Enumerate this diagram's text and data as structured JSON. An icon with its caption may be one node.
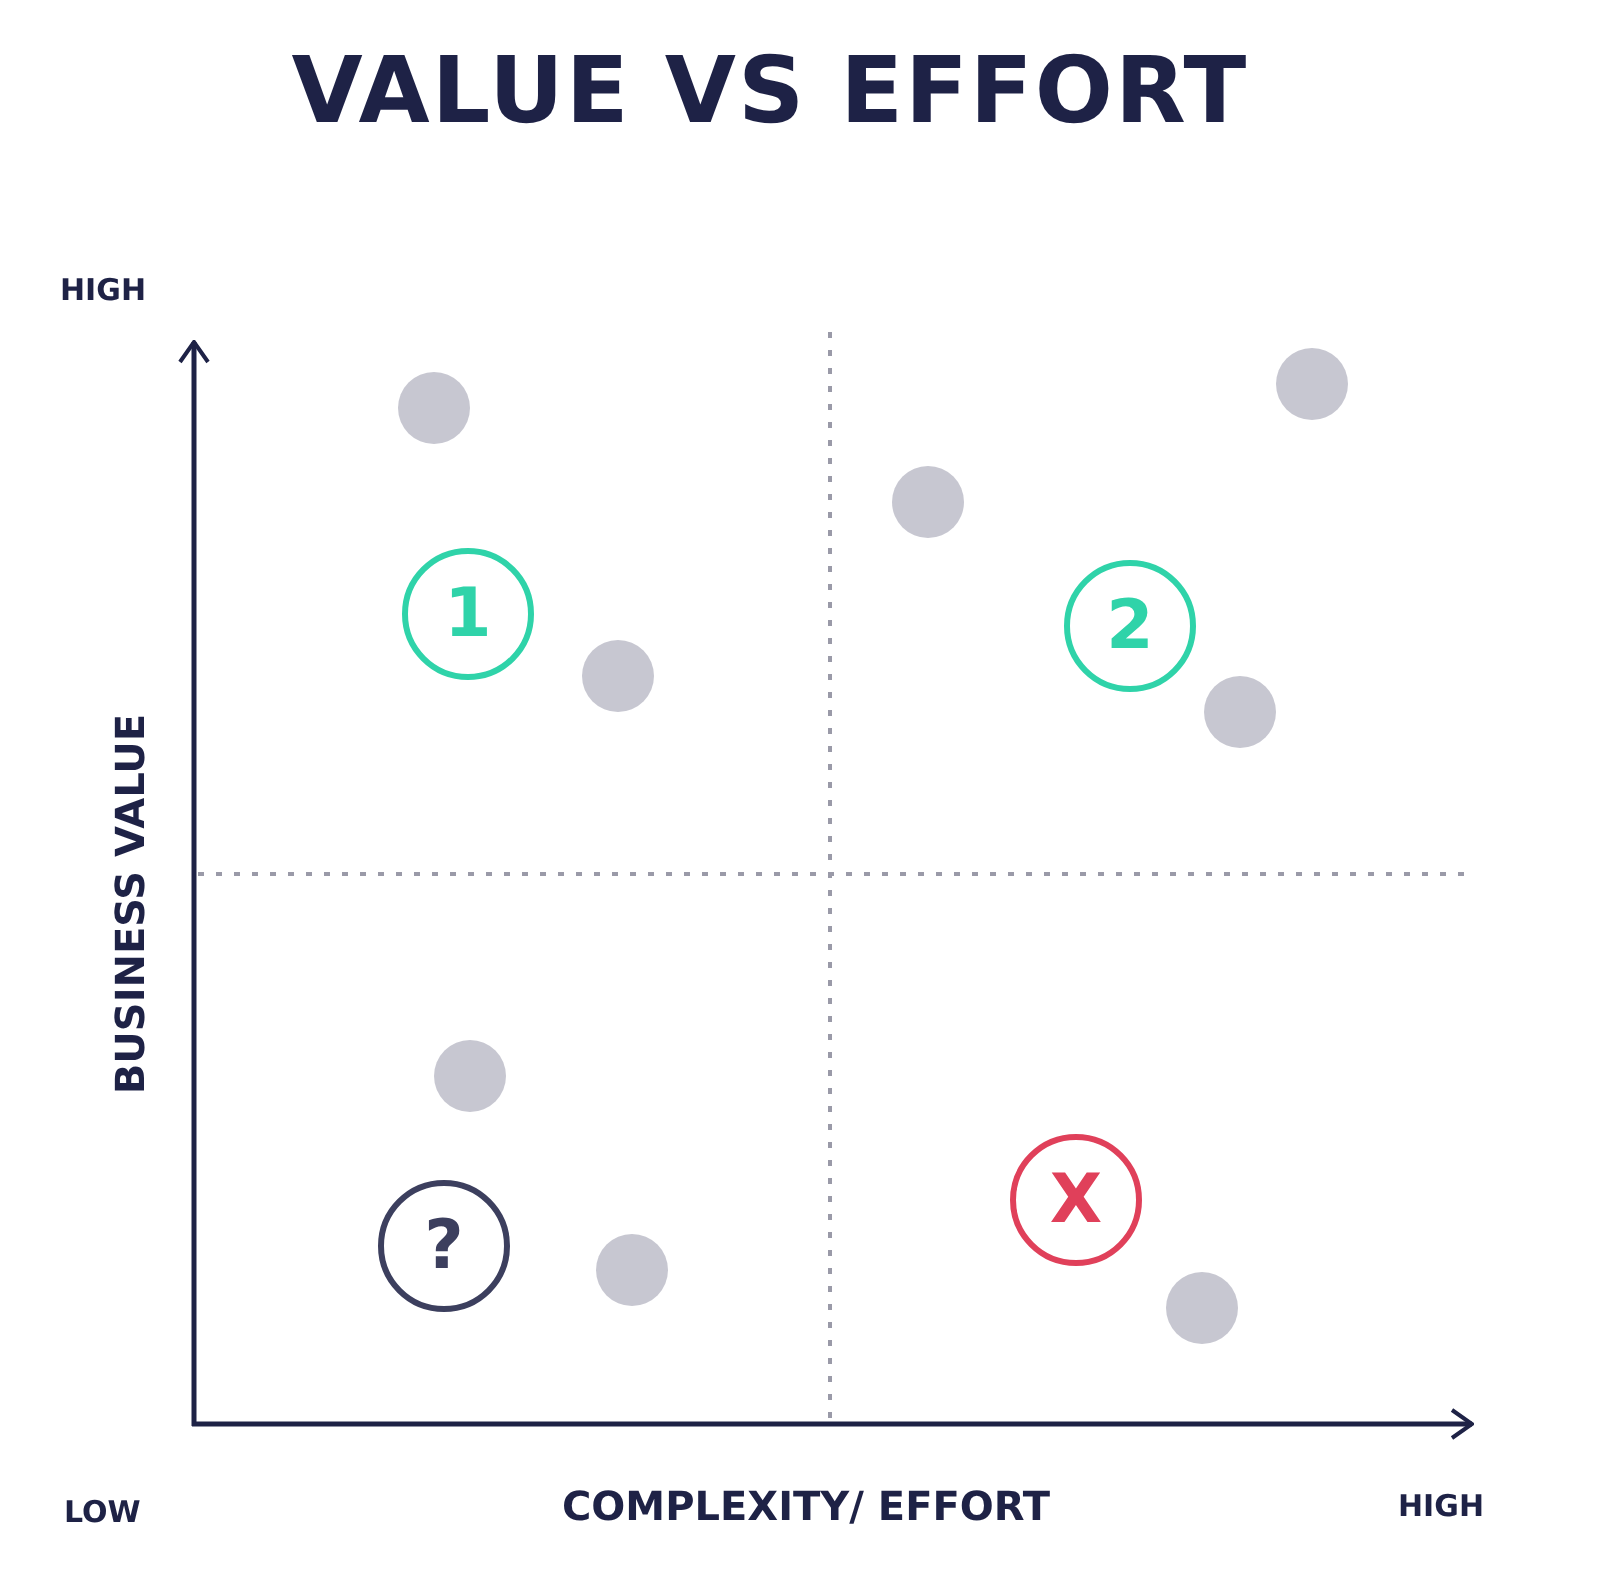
{
  "diagram": {
    "title": "VALUE VS EFFORT",
    "nodes": [
      {
        "text": [],
        "shape": "circle"
      },
      {
        "text": [],
        "shape": "circle"
      },
      {
        "text": [],
        "shape": "circle"
      },
      {
        "text": [
          "1"
        ]
      },
      {
        "text": [
          "2"
        ]
      },
      {
        "text": [],
        "shape": "circle"
      },
      {
        "text": [],
        "shape": "circle"
      },
      {
        "text": [],
        "shape": "circle"
      },
      {
        "text": [
          "X"
        ]
      },
      {
        "text": [
          "?"
        ]
      },
      {
        "text": [],
        "shape": "circle"
      },
      {
        "text": [],
        "shape": "circle"
      }
    ],
    "labels": [
      "HIGH",
      "BUSINESS VALUE",
      "LOW",
      "COMPLEXITY/ EFFORT",
      "HIGH"
    ]
  }
}
